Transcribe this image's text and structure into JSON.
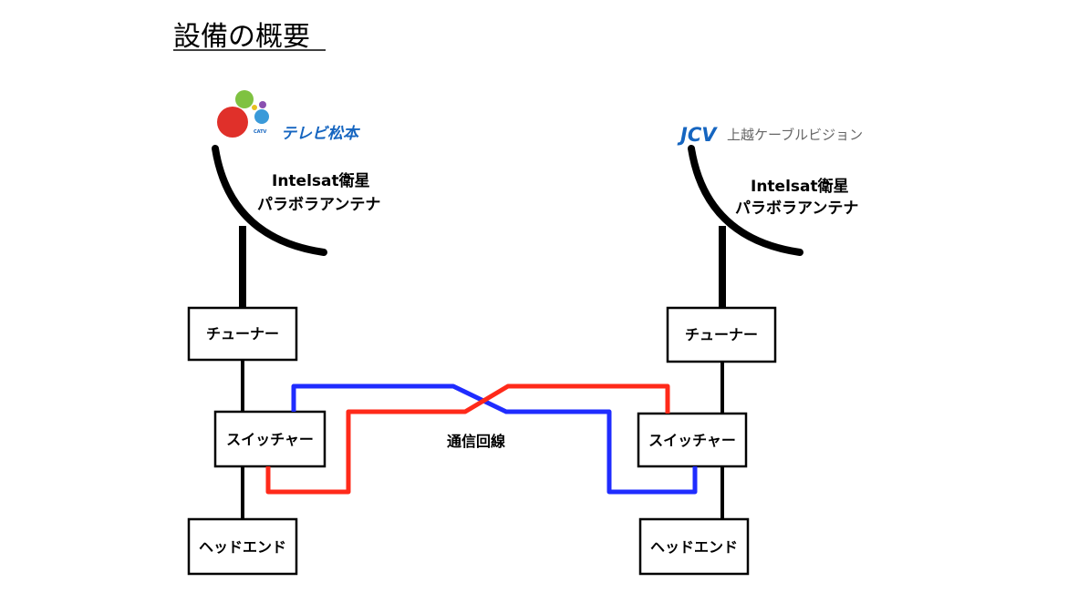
{
  "title": "設備の概要",
  "colors": {
    "line": "#000000",
    "red": "#ff2a1a",
    "blue": "#1f2cff",
    "logo_blue": "#1565c0",
    "logo_gray": "#666666"
  },
  "left_station": {
    "logo_text": "テレビ松本",
    "logo_small": "CATV",
    "antenna_label_line1": "Intelsat衛星",
    "antenna_label_line2": "パラボラアンテナ",
    "tuner": "チューナー",
    "switcher": "スイッチャー",
    "headend": "ヘッドエンド"
  },
  "right_station": {
    "logo_brand": "JCV",
    "logo_text": "上越ケーブルビジョン",
    "antenna_label_line1": "Intelsat衛星",
    "antenna_label_line2": "パラボラアンテナ",
    "tuner": "チューナー",
    "switcher": "スイッチャー",
    "headend": "ヘッドエンド"
  },
  "link_label": "通信回線"
}
